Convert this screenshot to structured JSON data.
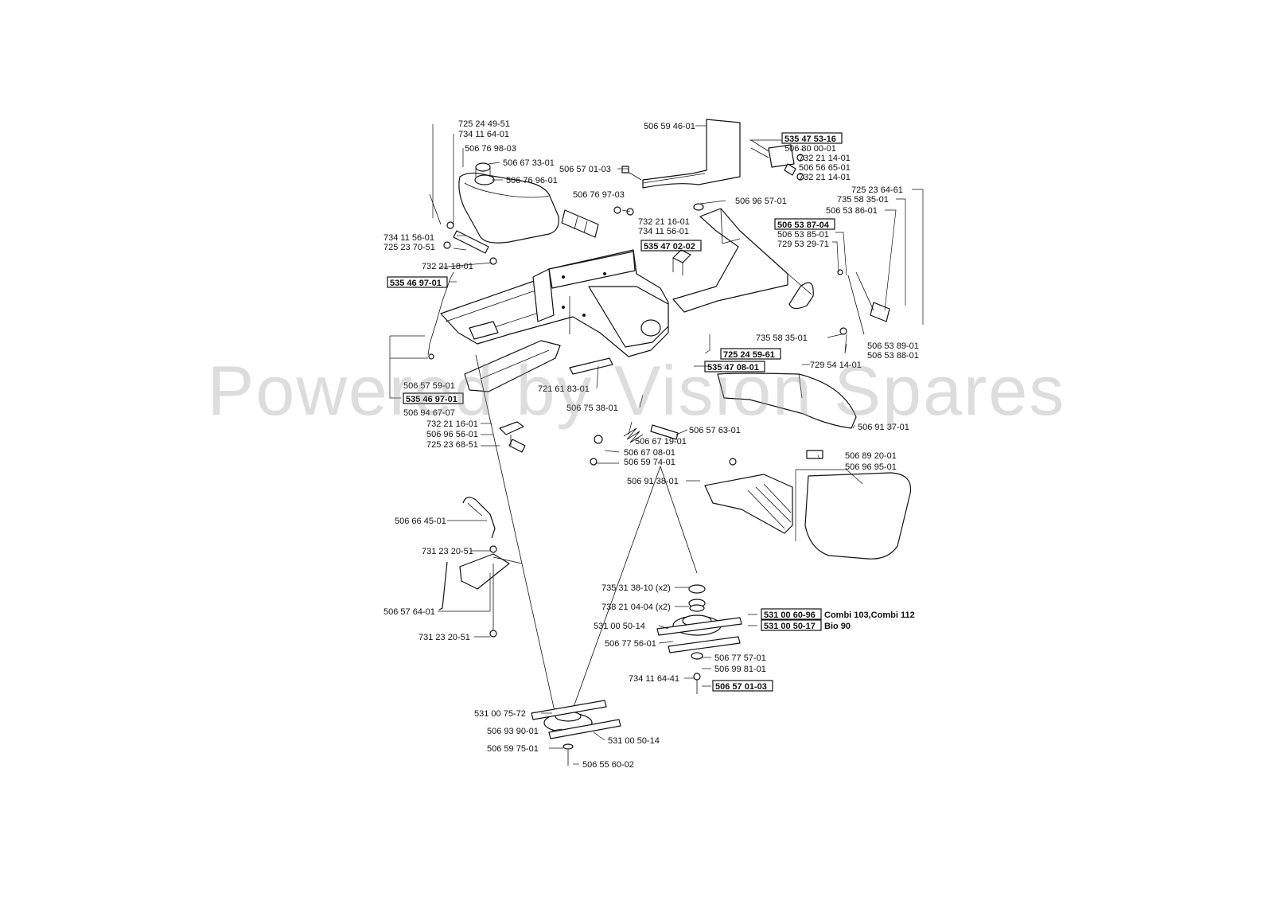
{
  "watermark": "Powered by Vision Spares",
  "labels": {
    "l01": "725 24 49-51",
    "l02": "734 11 64-01",
    "l03": "506 76 98-03",
    "l04": "506 67 33-01",
    "l05": "506 76 96-01",
    "l06": "506 57 01-03",
    "l07": "506 59 46-01",
    "l08": "535 47 53-16",
    "l09": "506 80 00-01",
    "l10": "732 21 14-01",
    "l11": "506 56 65-01",
    "l12": "732 21 14-01",
    "l13": "725 23 64-61",
    "l14": "735 58 35-01",
    "l15": "506 53 86-01",
    "l16": "506 96 57-01",
    "l17": "506 76 97-03",
    "l18": "732 21 16-01",
    "l19": "734 11 56-01",
    "l20": "506 53 87-04",
    "l21": "506 53 85-01",
    "l22": "729 53 29-71",
    "l23": "535 47 02-02",
    "l24": "734 11 56-01",
    "l25": "725 23 70-51",
    "l26": "732 21 18-01",
    "l27": "535 46 97-01",
    "l28": "735 58 35-01",
    "l29": "506 53 89-01",
    "l30": "506 53 88-01",
    "l31": "725 24 59-61",
    "l32": "535 47 08-01",
    "l33": "729 54 14-01",
    "l34": "506 57 59-01",
    "l35": "535 46 97-01",
    "l36": "506 94 67-07",
    "l37": "721 61 83-01",
    "l38": "506 75 38-01",
    "l39": "506 91 37-01",
    "l40": "732 21 16-01",
    "l41": "506 96 56-01",
    "l42": "725 23 68-51",
    "l43": "506 57 63-01",
    "l44": "506 67 19-01",
    "l45": "506 67 08-01",
    "l46": "506 59 74-01",
    "l47": "506 89 20-01",
    "l48": "506 96 95-01",
    "l49": "506 91 38-01",
    "l50": "506 66 45-01",
    "l51": "731 23 20-51",
    "l52": "506 57 64-01",
    "l53": "731 23 20-51",
    "l54": "735 31 38-10 (x2)",
    "l55": "738 21 04-04 (x2)",
    "l56": "531 00 60-96",
    "l57": "Combi 103,Combi 112",
    "l58": "531 00 50-14",
    "l59": "531 00 50-17",
    "l60": "Bio 90",
    "l61": "506 77 56-01",
    "l62": "506 77 57-01",
    "l63": "506 99 81-01",
    "l64": "734 11 64-41",
    "l65": "506 57 01-03",
    "l66": "531 00 75-72",
    "l67": "506 93 90-01",
    "l68": "531 00 50-14",
    "l69": "506 59 75-01",
    "l70": "506 55 60-02"
  }
}
